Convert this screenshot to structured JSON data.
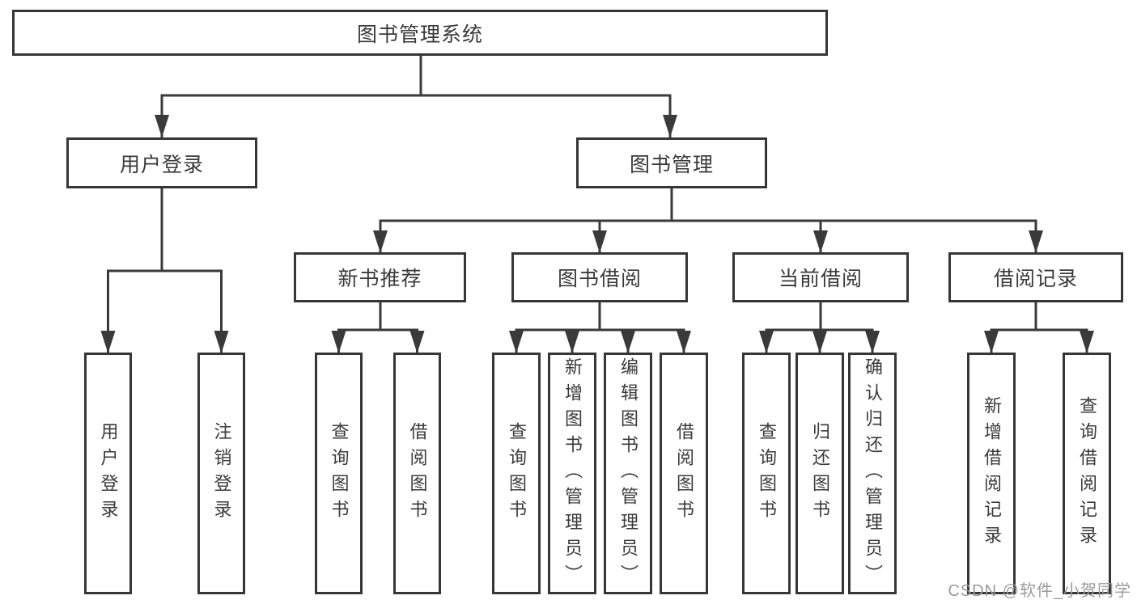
{
  "diagram": {
    "type": "hierarchy-tree",
    "root": {
      "label": "图书管理系统",
      "children": [
        {
          "label": "用户登录",
          "children": [
            {
              "label": "用户登录"
            },
            {
              "label": "注销登录"
            }
          ]
        },
        {
          "label": "图书管理",
          "children": [
            {
              "label": "新书推荐",
              "children": [
                {
                  "label": "查询图书"
                },
                {
                  "label": "借阅图书"
                }
              ]
            },
            {
              "label": "图书借阅",
              "children": [
                {
                  "label": "查询图书"
                },
                {
                  "label": "新增图书（管理员）"
                },
                {
                  "label": "编辑图书（管理员）"
                },
                {
                  "label": "借阅图书"
                }
              ]
            },
            {
              "label": "当前借阅",
              "children": [
                {
                  "label": "查询图书"
                },
                {
                  "label": "归还图书"
                },
                {
                  "label": "确认归还（管理员）"
                }
              ]
            },
            {
              "label": "借阅记录",
              "children": [
                {
                  "label": "新增借阅记录"
                },
                {
                  "label": "查询借阅记录"
                }
              ]
            }
          ]
        }
      ]
    },
    "colors": {
      "line": "#3a3a3a",
      "node_border": "#363636",
      "node_fill": "#ffffff",
      "text": "#3a3a3a",
      "background": "#ffffff"
    }
  },
  "watermark": "CSDN @软件_小贺同学"
}
